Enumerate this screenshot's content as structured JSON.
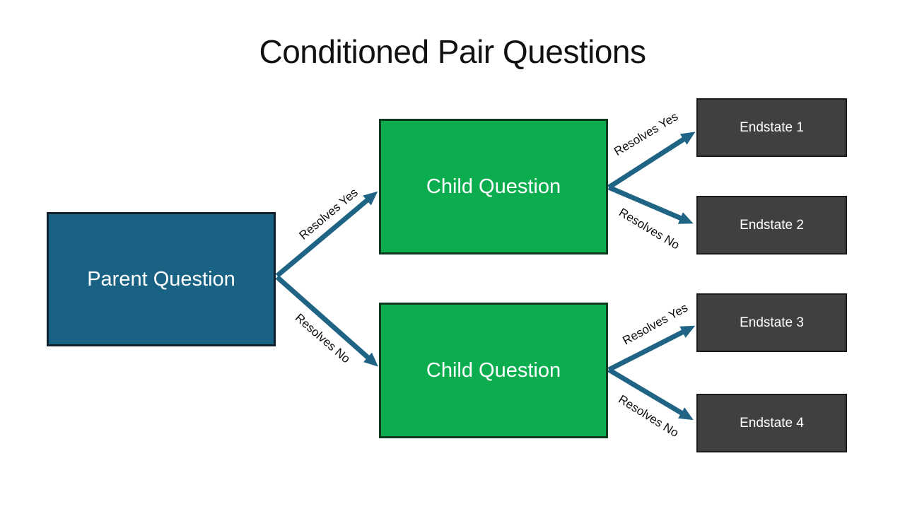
{
  "title": "Conditioned Pair Questions",
  "colors": {
    "parent_fill": "#1A6284",
    "parent_border": "#10222E",
    "child_fill": "#0BAD4E",
    "child_border": "#0B3A20",
    "endstate_fill": "#404040",
    "endstate_border": "#1A1A1A",
    "arrow": "#1F6484"
  },
  "nodes": {
    "parent": {
      "label": "Parent Question"
    },
    "child1": {
      "label": "Child Question"
    },
    "child2": {
      "label": "Child Question"
    },
    "endstate1": {
      "label": "Endstate 1"
    },
    "endstate2": {
      "label": "Endstate 2"
    },
    "endstate3": {
      "label": "Endstate 3"
    },
    "endstate4": {
      "label": "Endstate 4"
    }
  },
  "edges": {
    "parent_child1": {
      "label": "Resolves Yes"
    },
    "parent_child2": {
      "label": "Resolves No"
    },
    "child1_end1": {
      "label": "Resolves Yes"
    },
    "child1_end2": {
      "label": "Resolves No"
    },
    "child2_end3": {
      "label": "Resolves Yes"
    },
    "child2_end4": {
      "label": "Resolves No"
    }
  }
}
